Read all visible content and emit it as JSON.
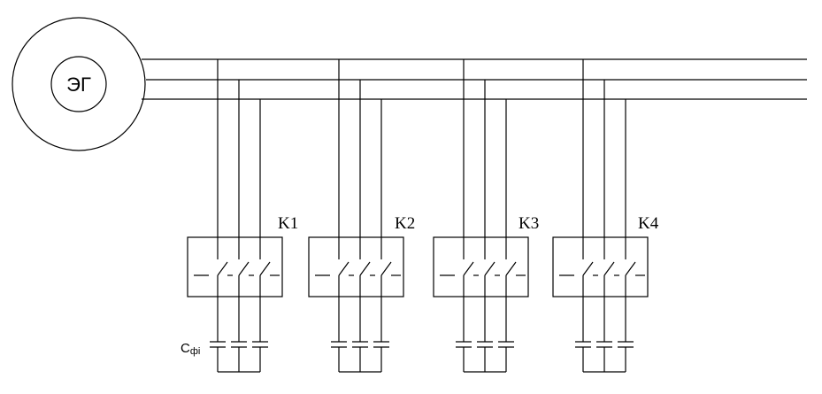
{
  "generator": {
    "label": "ЭГ"
  },
  "contactors": [
    {
      "label": "K1"
    },
    {
      "label": "K2"
    },
    {
      "label": "K3"
    },
    {
      "label": "K4"
    }
  ],
  "capacitor_label": {
    "main": "C",
    "sub": "фi"
  }
}
